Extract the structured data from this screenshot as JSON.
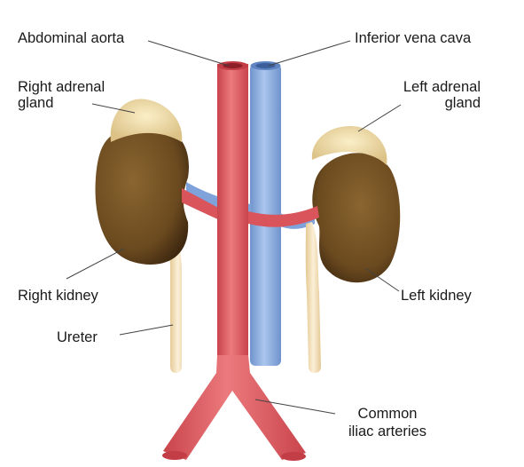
{
  "labels": {
    "abdominal_aorta": "Abdominal aorta",
    "inferior_vena_cava": "Inferior vena cava",
    "right_adrenal_l1": "Right adrenal",
    "right_adrenal_l2": "gland",
    "left_adrenal_l1": "Left adrenal",
    "left_adrenal_l2": "gland",
    "right_kidney": "Right kidney",
    "left_kidney": "Left kidney",
    "ureter": "Ureter",
    "common_iliac_l1": "Common",
    "common_iliac_l2": "iliac arteries"
  },
  "colors": {
    "artery": "#e0595f",
    "artery_dark": "#c23d45",
    "vein": "#8fb2e3",
    "vein_dark": "#5f84c2",
    "kidney": "#6b4a1f",
    "kidney_light": "#8a6530",
    "adrenal": "#f1dda5",
    "ureter": "#f0ddb5",
    "leader_line": "#444444"
  }
}
